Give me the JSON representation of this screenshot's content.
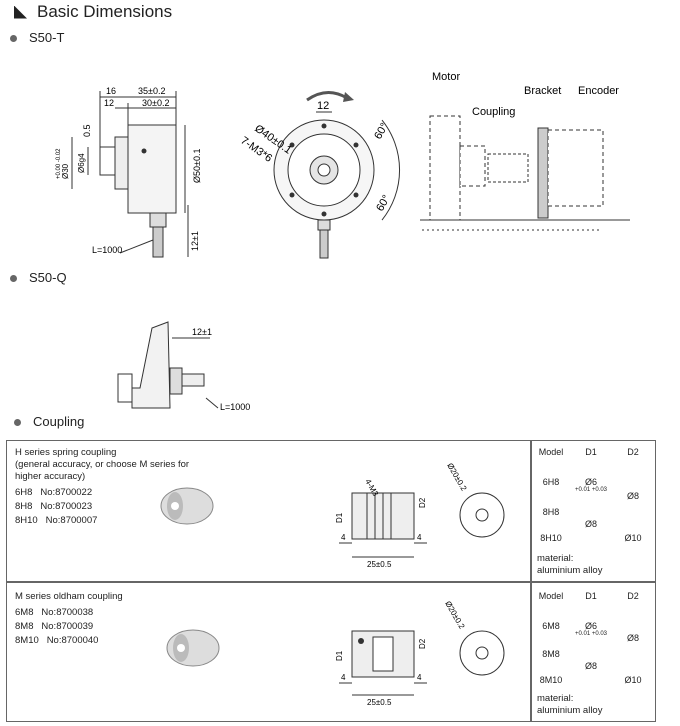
{
  "header": {
    "title": "Basic Dimensions"
  },
  "sections": {
    "s50t": "S50-T",
    "s50q": "S50-Q",
    "coupling": "Coupling"
  },
  "s50t_dims": {
    "d16": "16",
    "d35": "35±0.2",
    "d12": "12",
    "d30": "30±0.2",
    "d05": "0.5",
    "shaft_od": "Ø30",
    "shaft_tol": "+0.00 -0.02",
    "d6": "Ø6g4",
    "d50": "Ø50±0.1",
    "cable": "L=1000",
    "d12b": "12±1"
  },
  "front_dims": {
    "d12": "12",
    "d40": "Ø40±0.1",
    "holes": "7-M3*6",
    "a1": "60°",
    "a2": "60°"
  },
  "mount_labels": {
    "motor": "Motor",
    "bracket": "Bracket",
    "encoder": "Encoder",
    "coupling": "Coupling"
  },
  "s50q_dims": {
    "d12": "12±1",
    "cable": "L=1000"
  },
  "h_coupling": {
    "title": "H series spring coupling",
    "sub": "(general accuracy, or choose M series for higher accuracy)",
    "items": [
      {
        "model": "6H8",
        "no": "No:8700022"
      },
      {
        "model": "8H8",
        "no": "No:8700023"
      },
      {
        "model": "8H10",
        "no": "No:8700007"
      }
    ],
    "dims": {
      "m3": "4-M3",
      "d1": "D1",
      "d2": "D2",
      "l4a": "4",
      "l4b": "4",
      "l25": "25±0.5",
      "od": "Ø20±0.2"
    }
  },
  "m_coupling": {
    "title": "M series oldham coupling",
    "items": [
      {
        "model": "6M8",
        "no": "No:8700038"
      },
      {
        "model": "8M8",
        "no": "No:8700039"
      },
      {
        "model": "8M10",
        "no": "No:8700040"
      }
    ],
    "dims": {
      "d1": "D1",
      "d2": "D2",
      "l4a": "4",
      "l4b": "4",
      "l25": "25±0.5",
      "od": "Ø20±0.2"
    }
  },
  "table_h": {
    "model": "Model",
    "d1": "D1",
    "d2": "D2",
    "rows": [
      "6H8",
      "8H8",
      "8H10"
    ],
    "d1a": "Ø6",
    "d1b": "Ø8",
    "d2a": "Ø8",
    "d2b": "Ø10",
    "tol": "+0.01 +0.03",
    "material": "material:",
    "material_val": "aluminium alloy"
  },
  "table_m": {
    "model": "Model",
    "d1": "D1",
    "d2": "D2",
    "rows": [
      "6M8",
      "8M8",
      "8M10"
    ],
    "d1a": "Ø6",
    "d1b": "Ø8",
    "d2a": "Ø8",
    "d2b": "Ø10",
    "tol": "+0.01 +0.03",
    "material": "material:",
    "material_val": "aluminium alloy"
  }
}
